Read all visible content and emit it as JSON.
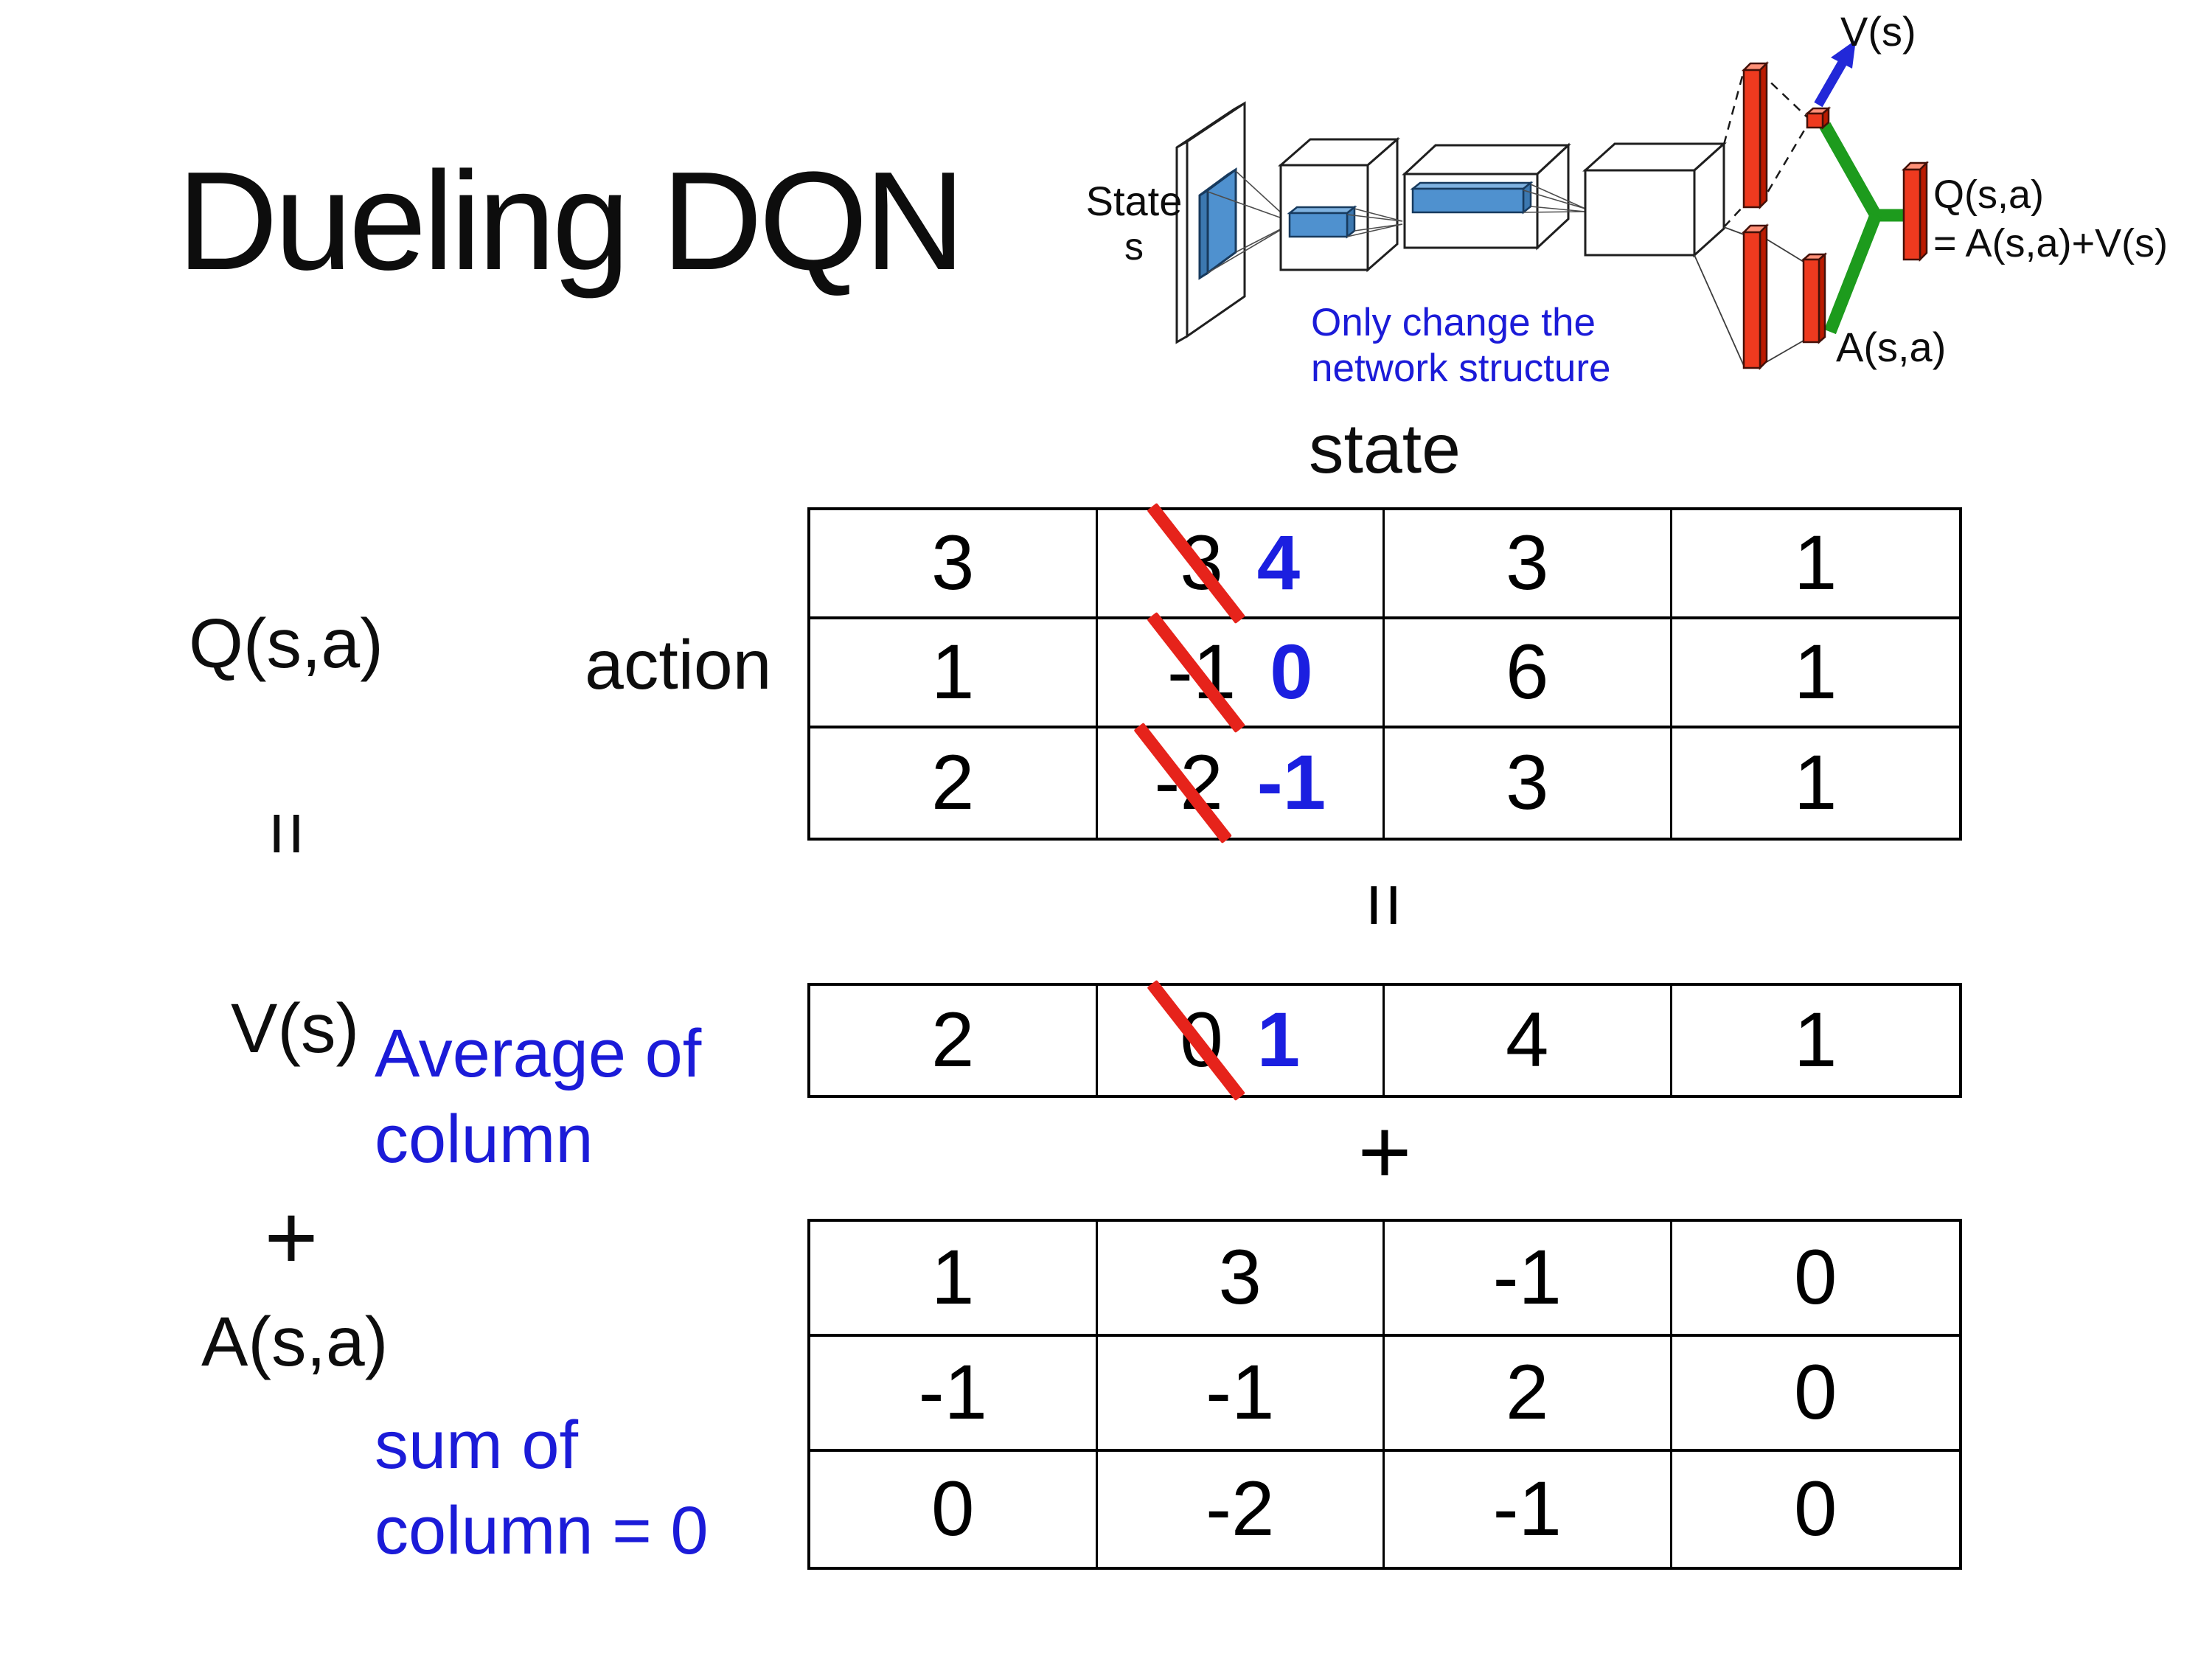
{
  "title": "Dueling DQN",
  "diagram": {
    "state_label_line1": "State",
    "state_label_line2": "s",
    "note_line1": "Only change the",
    "note_line2": "network structure",
    "v_out_label": "V(s)",
    "a_out_label": "A(s,a)",
    "q_out_label_line1": "Q(s,a)",
    "q_out_label_line2": "= A(s,a)+V(s)"
  },
  "matrix_section": {
    "q_label": "Q(s,a)",
    "equals_left": "=",
    "v_label": "V(s)",
    "plus_left": "+",
    "a_label": "A(s,a)",
    "action_label": "action",
    "state_label": "state",
    "equals_mid": "=",
    "plus_mid": "+",
    "avg_note_line1": "Average of",
    "avg_note_line2": "column",
    "sum_note_line1": "sum of",
    "sum_note_line2": "column = 0",
    "q_table": {
      "rows": [
        [
          "3",
          {
            "old": "3",
            "new": "4"
          },
          "3",
          "1"
        ],
        [
          "1",
          {
            "old": "-1",
            "new": "0"
          },
          "6",
          "1"
        ],
        [
          "2",
          {
            "old": "-2",
            "new": "-1"
          },
          "3",
          "1"
        ]
      ]
    },
    "v_table": {
      "row": [
        "2",
        {
          "old": "0",
          "new": "1"
        },
        "4",
        "1"
      ]
    },
    "a_table": {
      "rows": [
        [
          "1",
          "3",
          "-1",
          "0"
        ],
        [
          "-1",
          "-1",
          "2",
          "0"
        ],
        [
          "0",
          "-2",
          "-1",
          "0"
        ]
      ]
    }
  },
  "colors": {
    "text_black": "#0d0d0d",
    "note_blue": "#1b1bd8",
    "new_value_blue": "#1b1fe0",
    "strike_red": "#e6231b",
    "bar_red": "#ee3a1f",
    "merge_green": "#1d9b1d",
    "arrow_blue": "#2228d8",
    "filter_blue": "#4f91cf"
  }
}
